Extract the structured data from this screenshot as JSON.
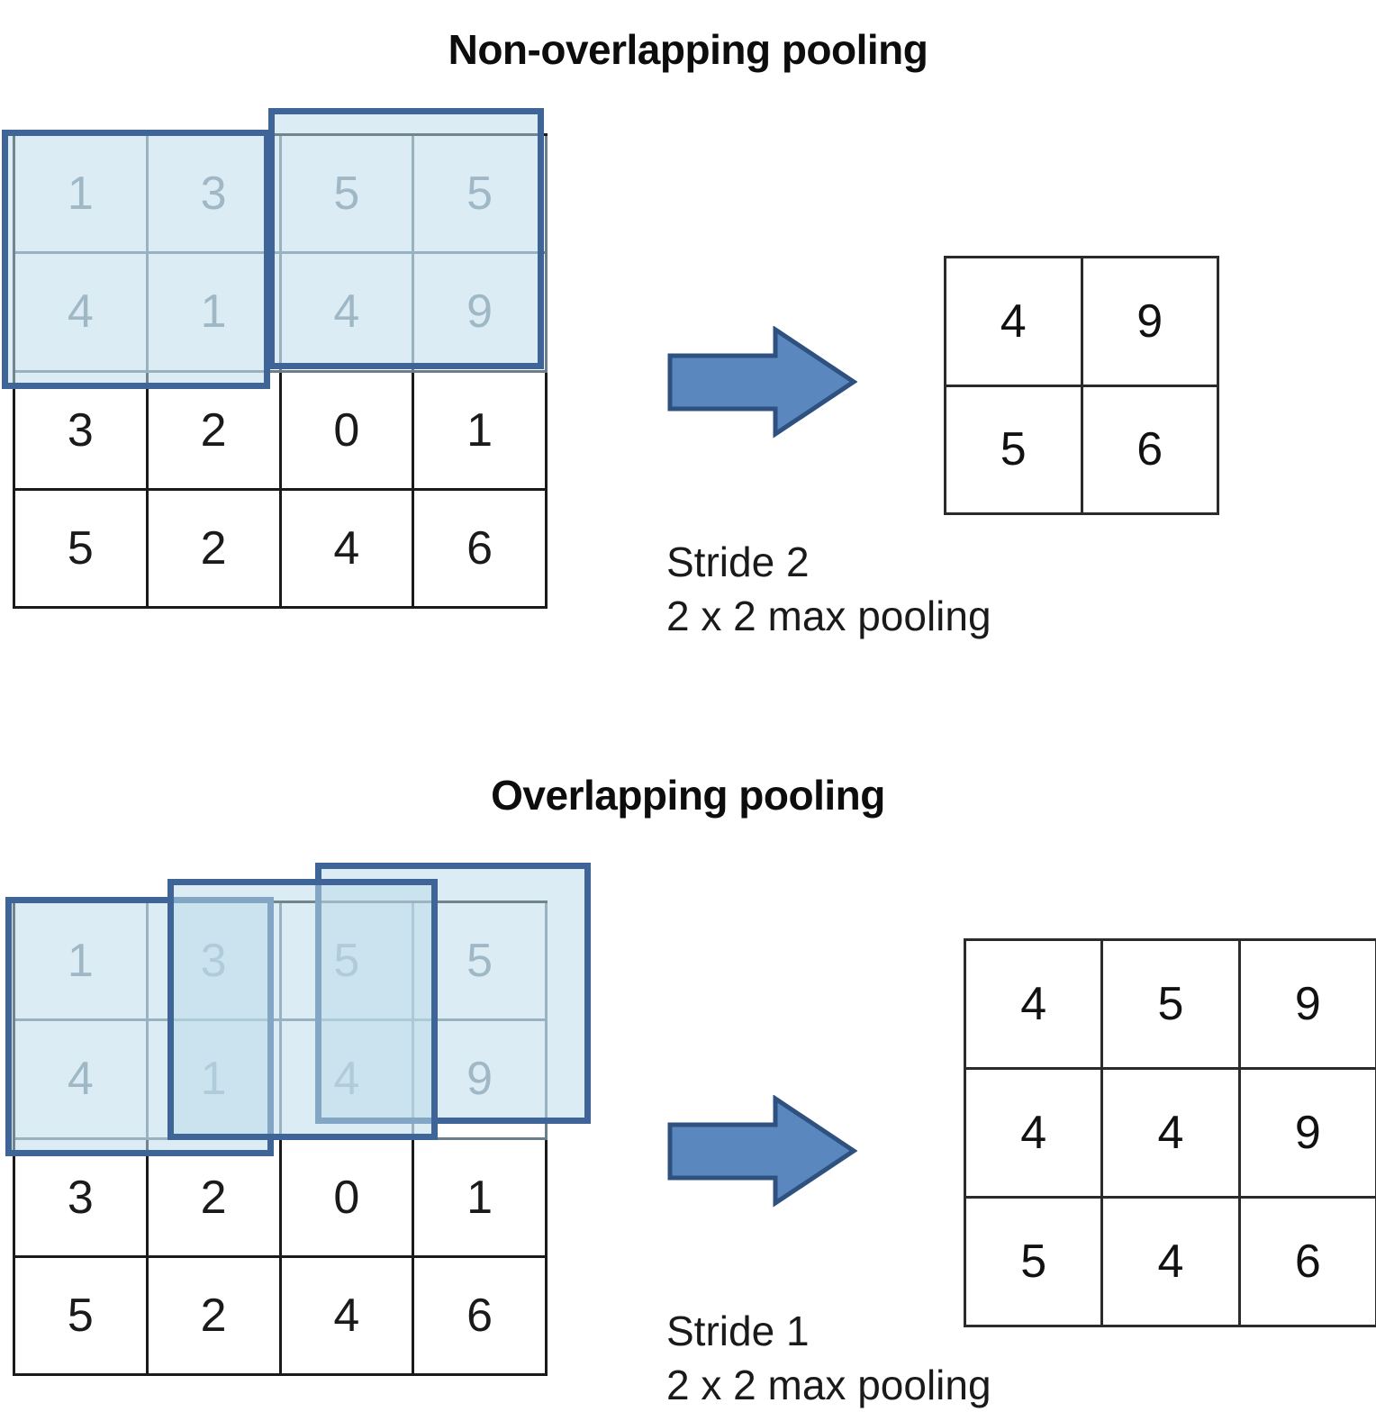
{
  "sections": [
    {
      "id": "non-overlapping",
      "title": "Non-overlapping pooling",
      "input_matrix": [
        [
          "1",
          "3",
          "5",
          "5"
        ],
        [
          "4",
          "1",
          "4",
          "9"
        ],
        [
          "3",
          "2",
          "0",
          "1"
        ],
        [
          "5",
          "2",
          "4",
          "6"
        ]
      ],
      "output_matrix": [
        [
          "4",
          "9"
        ],
        [
          "5",
          "6"
        ]
      ],
      "stride_label": "Stride 2",
      "pooling_label": "2 x 2 max pooling",
      "arrow_name": "right-arrow-icon",
      "windows": [
        {
          "name": "pooling-window-1",
          "cells": [
            [
              0,
              0
            ],
            [
              0,
              1
            ],
            [
              1,
              0
            ],
            [
              1,
              1
            ]
          ]
        },
        {
          "name": "pooling-window-2",
          "cells": [
            [
              0,
              2
            ],
            [
              0,
              3
            ],
            [
              1,
              2
            ],
            [
              1,
              3
            ]
          ]
        }
      ]
    },
    {
      "id": "overlapping",
      "title": "Overlapping pooling",
      "input_matrix": [
        [
          "1",
          "3",
          "5",
          "5"
        ],
        [
          "4",
          "1",
          "4",
          "9"
        ],
        [
          "3",
          "2",
          "0",
          "1"
        ],
        [
          "5",
          "2",
          "4",
          "6"
        ]
      ],
      "output_matrix": [
        [
          "4",
          "5",
          "9"
        ],
        [
          "4",
          "4",
          "9"
        ],
        [
          "5",
          "4",
          "6"
        ]
      ],
      "stride_label": "Stride 1",
      "pooling_label": "2 x 2 max pooling",
      "arrow_name": "right-arrow-icon",
      "windows": [
        {
          "name": "pooling-window-1",
          "cells": [
            [
              0,
              0
            ],
            [
              0,
              1
            ],
            [
              1,
              0
            ],
            [
              1,
              1
            ]
          ]
        },
        {
          "name": "pooling-window-2",
          "cells": [
            [
              0,
              1
            ],
            [
              0,
              2
            ],
            [
              1,
              1
            ],
            [
              1,
              2
            ]
          ]
        },
        {
          "name": "pooling-window-3",
          "cells": [
            [
              0,
              2
            ],
            [
              0,
              3
            ],
            [
              1,
              2
            ],
            [
              1,
              3
            ]
          ]
        }
      ]
    }
  ],
  "colors": {
    "window_border": "#3f6598",
    "window_fill": "#dceaf2",
    "arrow_fill": "#5b87bf",
    "arrow_stroke": "#2f5180",
    "grid_line": "#1a1a1a",
    "shaded_text": "#7c8c97",
    "text": "#1a1a1a"
  },
  "chart_data": {
    "type": "table",
    "title": "Max pooling comparison: non-overlapping vs overlapping",
    "input": [
      [
        1,
        3,
        5,
        5
      ],
      [
        4,
        1,
        4,
        9
      ],
      [
        3,
        2,
        0,
        1
      ],
      [
        5,
        2,
        4,
        6
      ]
    ],
    "non_overlapping_output": [
      [
        4,
        9
      ],
      [
        5,
        6
      ]
    ],
    "overlapping_output": [
      [
        4,
        5,
        9
      ],
      [
        4,
        4,
        9
      ],
      [
        5,
        4,
        6
      ]
    ],
    "non_overlapping_stride": 2,
    "overlapping_stride": 1,
    "kernel": "2 x 2"
  }
}
